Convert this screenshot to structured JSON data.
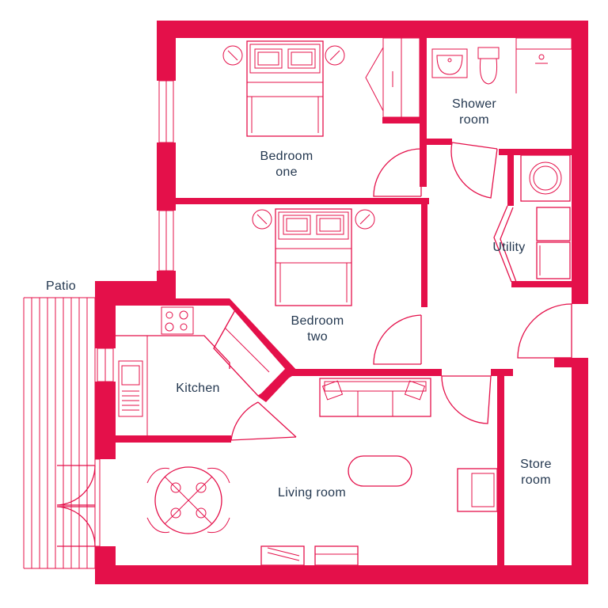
{
  "colors": {
    "wall": "#e4104a",
    "fixture": "#e4104a",
    "label_text": "#23374f",
    "background": "#ffffff"
  },
  "rooms": {
    "bedroom_one": {
      "line1": "Bedroom",
      "line2": "one"
    },
    "bedroom_two": {
      "line1": "Bedroom",
      "line2": "two"
    },
    "shower_room": {
      "line1": "Shower",
      "line2": "room"
    },
    "utility": {
      "line1": "Utility"
    },
    "kitchen": {
      "line1": "Kitchen"
    },
    "living_room": {
      "line1": "Living room"
    },
    "store_room": {
      "line1": "Store",
      "line2": "room"
    },
    "patio": {
      "line1": "Patio"
    }
  },
  "icons": {
    "bed": "double-bed-icon",
    "lamp": "bedside-lamp-icon",
    "toilet": "toilet-icon",
    "sink": "washbasin-icon",
    "washer": "washing-machine-icon",
    "hob": "cooker-hob-icon",
    "kitchen_sink": "kitchen-sink-icon",
    "sofa": "sofa-icon",
    "table": "dining-table-icon",
    "armchair": "armchair-icon"
  }
}
